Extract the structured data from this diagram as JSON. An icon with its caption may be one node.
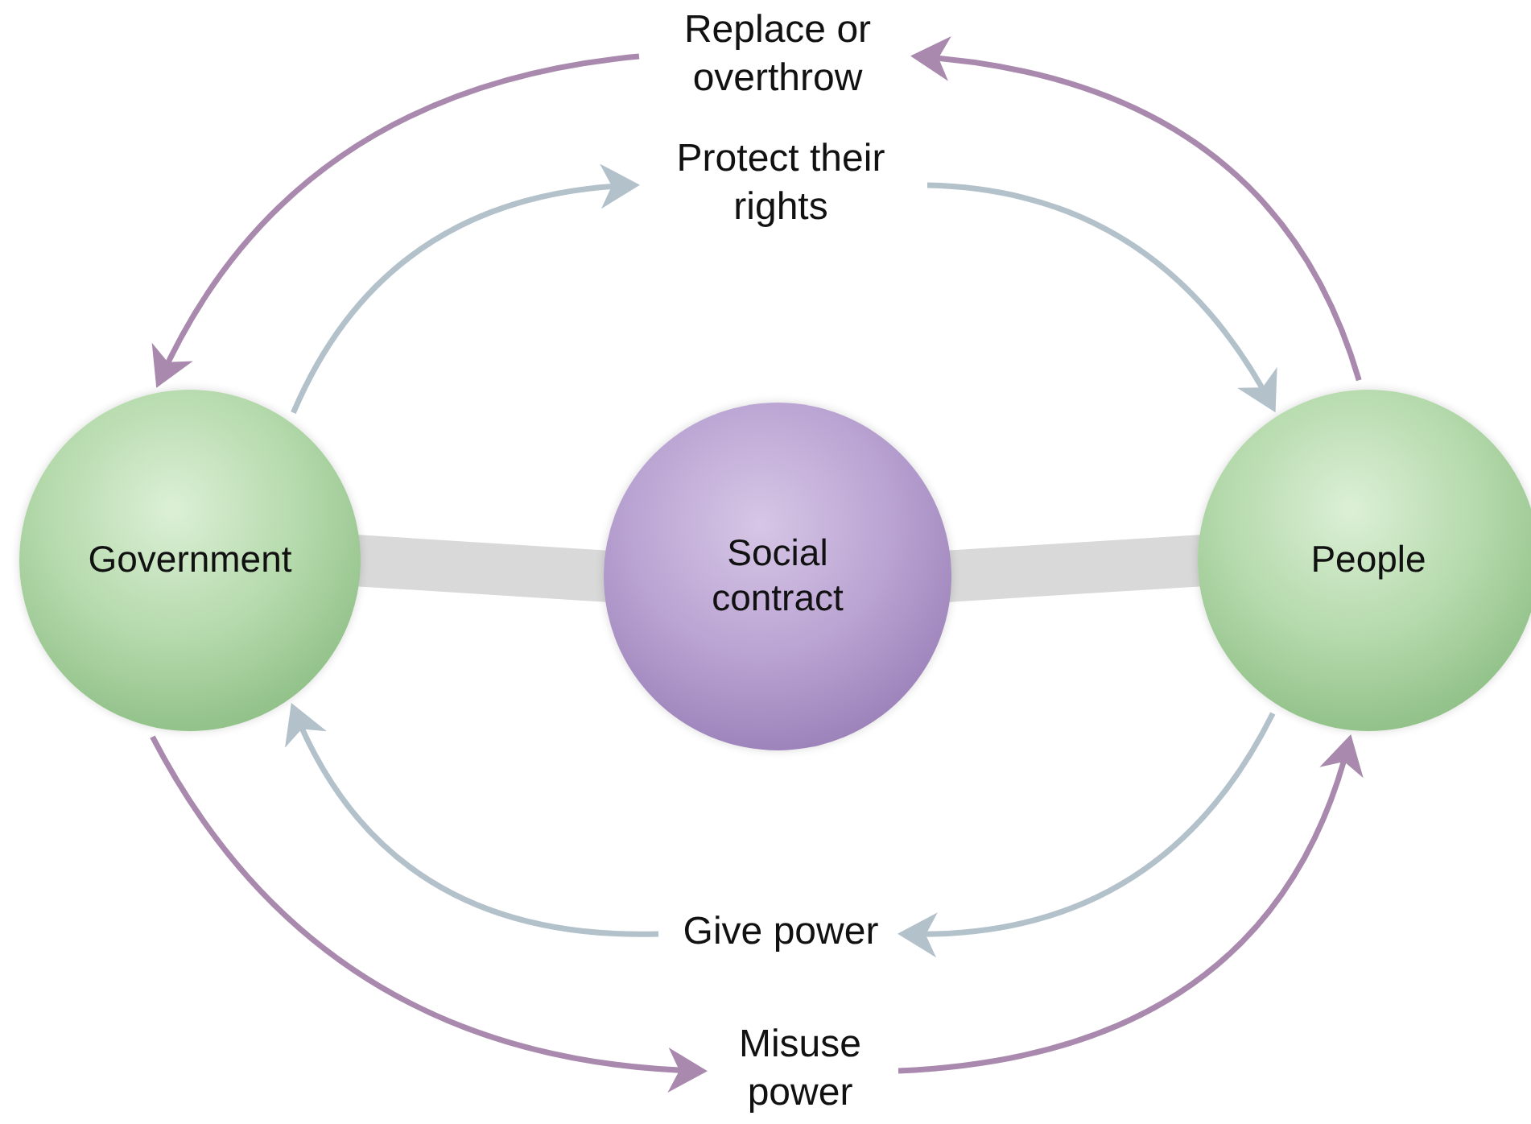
{
  "diagram": {
    "nodes": [
      {
        "text": [
          "Replace or overthrow"
        ]
      },
      {
        "text": [
          "Protect their rights"
        ]
      },
      {
        "text": [
          "Government"
        ]
      },
      {
        "text": [
          "Social contract"
        ]
      },
      {
        "text": [
          "People"
        ]
      },
      {
        "text": [
          "Give power"
        ]
      },
      {
        "text": [
          "Misuse power"
        ]
      }
    ],
    "edges": [
      {
        "from": 4,
        "to": 0,
        "arrow": "to",
        "color": "#a98aae"
      },
      {
        "from": 0,
        "to": 2,
        "arrow": "to",
        "color": "#a98aae"
      },
      {
        "from": 2,
        "to": 1,
        "arrow": "to",
        "color": "#b3c1cb"
      },
      {
        "from": 1,
        "to": 4,
        "arrow": "to",
        "color": "#b3c1cb"
      },
      {
        "from": 2,
        "to": 3,
        "arrow": "none",
        "style": "thick",
        "color": "#d9d9d9"
      },
      {
        "from": 3,
        "to": 4,
        "arrow": "none",
        "style": "thick",
        "color": "#d9d9d9"
      },
      {
        "from": 4,
        "to": 5,
        "arrow": "to",
        "color": "#b3c1cb"
      },
      {
        "from": 5,
        "to": 2,
        "arrow": "to",
        "color": "#b3c1cb"
      },
      {
        "from": 2,
        "to": 6,
        "arrow": "to",
        "color": "#a98aae"
      },
      {
        "from": 6,
        "to": 4,
        "arrow": "to",
        "color": "#a98aae"
      }
    ]
  }
}
